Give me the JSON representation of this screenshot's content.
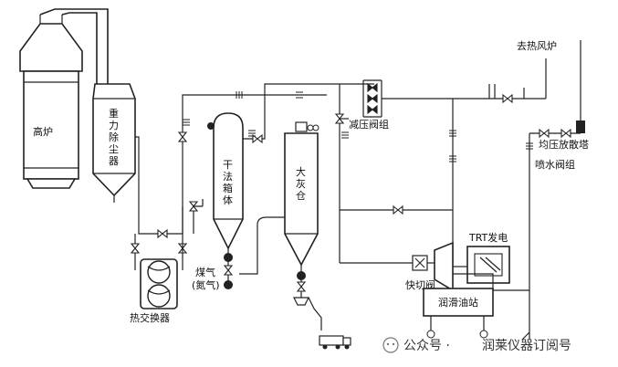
{
  "labels": {
    "blast_furnace": "高炉",
    "gravity_dust_collector": [
      "重",
      "力",
      "除",
      "尘",
      "器"
    ],
    "dry_filter_box": [
      "干",
      "法",
      "箱",
      "体"
    ],
    "ash_silo": [
      "大",
      "灰",
      "仓"
    ],
    "heat_exchanger": "热交换器",
    "gas_line1": "煤气",
    "gas_line2": "(氮气)",
    "pressure_reducing_valves": "减压阀组",
    "to_hot_blast_stove": "去热风炉",
    "equalizing_tower": "均压放散塔",
    "water_spray_valves": "喷水阀组",
    "trt_generator": "TRT发电",
    "quick_cut_valve": "快切阀",
    "lube_station": "润滑油站"
  },
  "watermark": {
    "prefix": "公众号 · ",
    "account": "润莱仪器订阅号"
  }
}
